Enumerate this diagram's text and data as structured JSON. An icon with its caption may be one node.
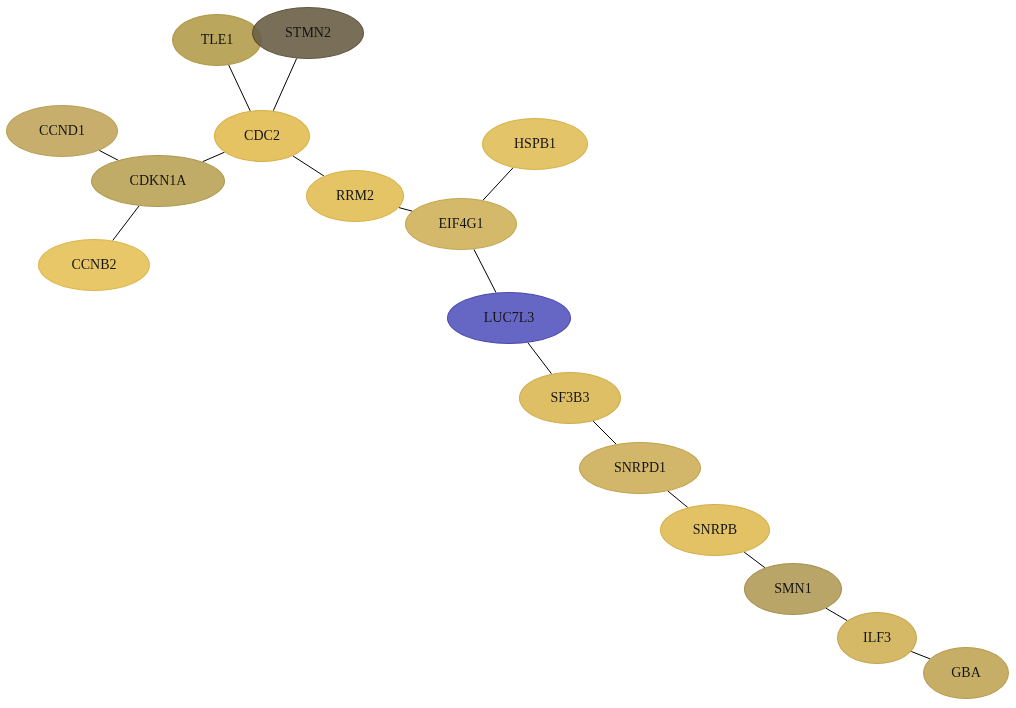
{
  "diagram": {
    "nodes": [
      {
        "text": [
          "TLE1"
        ]
      },
      {
        "text": [
          "STMN2"
        ]
      },
      {
        "text": [
          "CCND1"
        ]
      },
      {
        "text": [
          "CDC2"
        ]
      },
      {
        "text": [
          "CDKN1A"
        ]
      },
      {
        "text": [
          "HSPB1"
        ]
      },
      {
        "text": [
          "RRM2"
        ]
      },
      {
        "text": [
          "EIF4G1"
        ]
      },
      {
        "text": [
          "CCNB2"
        ]
      },
      {
        "text": [
          "LUC7L3"
        ]
      },
      {
        "text": [
          "SF3B3"
        ]
      },
      {
        "text": [
          "SNRPD1"
        ]
      },
      {
        "text": [
          "SNRPB"
        ]
      },
      {
        "text": [
          "SMN1"
        ]
      },
      {
        "text": [
          "ILF3"
        ]
      },
      {
        "text": [
          "GBA"
        ]
      }
    ],
    "edges": [
      {
        "from": 0,
        "to": 3,
        "arrow": "none"
      },
      {
        "from": 1,
        "to": 3,
        "arrow": "none"
      },
      {
        "from": 2,
        "to": 4,
        "arrow": "none"
      },
      {
        "from": 4,
        "to": 3,
        "arrow": "none"
      },
      {
        "from": 4,
        "to": 8,
        "arrow": "none"
      },
      {
        "from": 3,
        "to": 6,
        "arrow": "none"
      },
      {
        "from": 6,
        "to": 7,
        "arrow": "none"
      },
      {
        "from": 5,
        "to": 7,
        "arrow": "none"
      },
      {
        "from": 7,
        "to": 9,
        "arrow": "none"
      },
      {
        "from": 9,
        "to": 10,
        "arrow": "none"
      },
      {
        "from": 10,
        "to": 11,
        "arrow": "none"
      },
      {
        "from": 11,
        "to": 12,
        "arrow": "none"
      },
      {
        "from": 12,
        "to": 13,
        "arrow": "none"
      },
      {
        "from": 13,
        "to": 14,
        "arrow": "none"
      },
      {
        "from": 14,
        "to": 15,
        "arrow": "none"
      }
    ]
  }
}
